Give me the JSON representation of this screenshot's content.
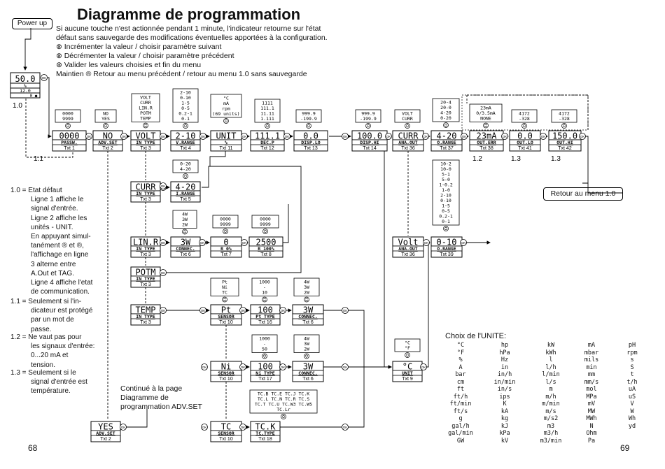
{
  "title": "Diagramme de programmation",
  "intro": {
    "line1": "Si aucune touche n'est actionnée pendant 1 minute, l'indicateur retourne sur l'état défaut sans sauvegarde des modifications éventuelles apportées à la configuration.",
    "inc": "Incrémenter la valeur / choisir paramètre suivant",
    "dec": "Décrémenter la valeur / choisir paramètre précédent",
    "ok": "Valider les valeurs choisies et fin du menu",
    "hold": "Maintien ® Retour au menu précédent / retour au menu 1.0 sans sauvegarde"
  },
  "power_up": "Power up",
  "retour_menu": "Retour au menu 1.0",
  "ok": "OK",
  "labels": {
    "l10": "1.0",
    "l11": "1.1",
    "l12": "1.2",
    "l13a": "1.3",
    "l13b": "1.3"
  },
  "display10": {
    "value": "50.0",
    "unit": "%",
    "sub": "12.0",
    "flags": "0 ●"
  },
  "boxes": [
    {
      "id": "passw",
      "value": "0000",
      "tag": "PASSW.",
      "txt": "Txt 1"
    },
    {
      "id": "advset",
      "value": "NO",
      "tag": "ADV.SET",
      "txt": "Txt 2"
    },
    {
      "id": "intype1",
      "value": "VOLT",
      "tag": "IN TYPE",
      "txt": "Txt 3"
    },
    {
      "id": "vrange",
      "value": "2-10",
      "tag": "V.RANGE",
      "txt": "Txt 4"
    },
    {
      "id": "unit",
      "value": "UNIT",
      "tag": "%",
      "txt": "Txt 11"
    },
    {
      "id": "decp",
      "value": "111.1",
      "tag": "DEC.P",
      "txt": "Txt 12"
    },
    {
      "id": "displo",
      "value": "0.0",
      "tag": "DISP.LO",
      "txt": "Txt 13"
    },
    {
      "id": "disphi",
      "value": "100.0",
      "tag": "DISP.HI",
      "txt": "Txt 14"
    },
    {
      "id": "anaout1",
      "value": "CURR",
      "tag": "ANA.OUT",
      "txt": "Txt 36"
    },
    {
      "id": "orange1",
      "value": "4-20",
      "tag": "O.RANGE",
      "txt": "Txt 37"
    },
    {
      "id": "outerr",
      "value": "23mA",
      "tag": "OUT.ERR",
      "txt": "Txt 38"
    },
    {
      "id": "outlo",
      "value": "0.0",
      "tag": "OUT.LO",
      "txt": "Txt 41"
    },
    {
      "id": "outhi",
      "value": "150.0",
      "tag": "OUT.HI",
      "txt": "Txt 42"
    },
    {
      "id": "intype2",
      "value": "CURR",
      "tag": "IN TYPE",
      "txt": "Txt 3"
    },
    {
      "id": "irange",
      "value": "4-20",
      "tag": "I.RANGE",
      "txt": "Txt 5"
    },
    {
      "id": "intype3",
      "value": "LIN.R",
      "tag": "IN TYPE",
      "txt": "Txt 3"
    },
    {
      "id": "connec1",
      "value": "3W",
      "tag": "CONNEC.",
      "txt": "Txt 6"
    },
    {
      "id": "r0",
      "value": "0",
      "tag": "R 0%",
      "txt": "Txt 7"
    },
    {
      "id": "r100",
      "value": "2500",
      "tag": "R 100%",
      "txt": "Txt 8"
    },
    {
      "id": "anaout2",
      "value": "Volt",
      "tag": "ANA.OUT",
      "txt": "Txt 36"
    },
    {
      "id": "orange2",
      "value": "0-10",
      "tag": "O.RANGE",
      "txt": "Txt 39"
    },
    {
      "id": "intype4",
      "value": "POTM",
      "tag": "IN TYPE",
      "txt": "Txt 3"
    },
    {
      "id": "intype5",
      "value": "TEMP",
      "tag": "IN TYPE",
      "txt": "Txt 3"
    },
    {
      "id": "sensor1",
      "value": "Pt",
      "tag": "SENSOR",
      "txt": "Txt 10"
    },
    {
      "id": "pttype",
      "value": "100",
      "tag": "Pt TYPE",
      "txt": "Txt 16"
    },
    {
      "id": "connec2",
      "value": "3W",
      "tag": "CONNEC.",
      "txt": "Txt 6"
    },
    {
      "id": "sensor2",
      "value": "Ni",
      "tag": "SENSOR",
      "txt": "Txt 10"
    },
    {
      "id": "nitype",
      "value": "100",
      "tag": "Ni TYPE",
      "txt": "Txt 17"
    },
    {
      "id": "connec3",
      "value": "3W",
      "tag": "CONNEC.",
      "txt": "Txt 6"
    },
    {
      "id": "unit9",
      "value": "°C",
      "tag": "UNIT",
      "txt": "Txt 9"
    },
    {
      "id": "sensor3",
      "value": "TC",
      "tag": "SENSOR",
      "txt": "Txt 10"
    },
    {
      "id": "tctype",
      "value": "TC.K",
      "tag": "TC.TYPE",
      "txt": "Txt 18"
    },
    {
      "id": "advset2",
      "value": "YES",
      "tag": "ADV.SET",
      "txt": "Txt 2"
    }
  ],
  "option_lists": [
    {
      "id": "o_passw",
      "lines": [
        "0000",
        "9999"
      ]
    },
    {
      "id": "o_advset",
      "lines": [
        "NO",
        "YES"
      ]
    },
    {
      "id": "o_intype",
      "lines": [
        "VOLT",
        "CURR",
        "LIN.R",
        "POTM",
        "TEMP"
      ]
    },
    {
      "id": "o_vrange",
      "lines": [
        "2-10",
        "0-10",
        "1-5",
        "0-5",
        "0.2-1",
        "0-1"
      ]
    },
    {
      "id": "o_unit",
      "lines": [
        "°C",
        "mA",
        "rpm",
        "(69 units)"
      ]
    },
    {
      "id": "o_decp",
      "lines": [
        "1111",
        "111.1",
        "11.11",
        "1.111"
      ]
    },
    {
      "id": "o_displo",
      "lines": [
        "999.9",
        "-199.9"
      ]
    },
    {
      "id": "o_disphi",
      "lines": [
        "999.9",
        "-199.9"
      ]
    },
    {
      "id": "o_anaout",
      "lines": [
        "VOLT",
        "CURR"
      ]
    },
    {
      "id": "o_orange1",
      "lines": [
        "20-4",
        "20-0",
        "4-20",
        "0-20"
      ]
    },
    {
      "id": "o_outerr",
      "lines": [
        "23mA",
        "0/3.5mA",
        "NONE"
      ]
    },
    {
      "id": "o_outlo",
      "lines": [
        "4172",
        "-328"
      ]
    },
    {
      "id": "o_outhi",
      "lines": [
        "4172",
        "-328"
      ]
    },
    {
      "id": "o_irange",
      "lines": [
        "0-20",
        "4-20"
      ]
    },
    {
      "id": "o_connec1",
      "lines": [
        "4W",
        "3W",
        "2W"
      ]
    },
    {
      "id": "o_r0",
      "lines": [
        "0000",
        "9999"
      ]
    },
    {
      "id": "o_r100",
      "lines": [
        "0000",
        "9999"
      ]
    },
    {
      "id": "o_orange2",
      "lines": [
        "10-2",
        "10-0",
        "5-1",
        "5-0",
        "1-0.2",
        "1-0",
        "2-10",
        "0-10",
        "1-5",
        "0-5",
        "0.2-1",
        "0-1"
      ]
    },
    {
      "id": "o_sensor",
      "lines": [
        "Pt",
        "Ni",
        "TC"
      ]
    },
    {
      "id": "o_pttype",
      "lines": [
        "1000",
        "-",
        "10"
      ]
    },
    {
      "id": "o_connec2",
      "lines": [
        "4W",
        "3W",
        "2W"
      ]
    },
    {
      "id": "o_nitype",
      "lines": [
        "1000",
        "-",
        "50"
      ]
    },
    {
      "id": "o_connec3",
      "lines": [
        "4W",
        "3W",
        "2W"
      ]
    },
    {
      "id": "o_unit9",
      "lines": [
        "°C",
        "°F"
      ]
    },
    {
      "id": "o_tctype",
      "lines": [
        "TC.B TC.E TC.J TC.K",
        "TC.L TC.N TC.R TC.S",
        "TC.T TC.U TC.W3 TC.W5",
        "TC.Lr"
      ]
    }
  ],
  "continued": "Continué à la page Diagramme de programmation ADV.SET",
  "notes": {
    "n10": [
      "1.0 = Etat défaut",
      "Ligne 1 affiche le",
      "signal d'entrée.",
      "Ligne 2 affiche les",
      "unités - UNIT.",
      "En appuyant simul-",
      "tanément ® et ®,",
      "l'affichage en ligne",
      "3 alterne entre",
      "A.Out et TAG.",
      "Ligne 4 affiche l'etat",
      "de communication."
    ],
    "n11": [
      "1.1 = Seulement si l'in-",
      "dicateur est protégé",
      "par un mot de",
      "passe."
    ],
    "n12": [
      "1.2 = Ne vaut pas pour",
      "les signaux d'entrée:",
      "0...20 mA et",
      "tension."
    ],
    "n13": [
      "1.3 = Seulement si le",
      "signal d'entrée est",
      "température."
    ]
  },
  "unites": {
    "title": "Choix de l'UNITE:",
    "columns": [
      [
        "°C",
        "°F",
        "%",
        "A",
        "bar",
        "cm",
        "ft",
        "ft/h",
        "ft/min",
        "ft/s",
        "g",
        "gal/h",
        "gal/min",
        "GW"
      ],
      [
        "hp",
        "hPa",
        "Hz",
        "in",
        "in/h",
        "in/min",
        "in/s",
        "ips",
        "K",
        "kA",
        "kg",
        "kJ",
        "kPa",
        "kV"
      ],
      [
        "kW",
        "kWh",
        "l",
        "l/h",
        "l/min",
        "l/s",
        "m",
        "m/h",
        "m/min",
        "m/s",
        "m/s2",
        "m3",
        "m3/h",
        "m3/min"
      ],
      [
        "mA",
        "mbar",
        "mils",
        "min",
        "mm",
        "mm/s",
        "mol",
        "MPa",
        "mV",
        "MW",
        "MWh",
        "N",
        "Ohm",
        "Pa"
      ],
      [
        "pH",
        "rpm",
        "s",
        "S",
        "t",
        "t/h",
        "uA",
        "uS",
        "V",
        "W",
        "Wh",
        "yd",
        "",
        ""
      ]
    ]
  },
  "pages": {
    "left": "68",
    "right": "69"
  }
}
